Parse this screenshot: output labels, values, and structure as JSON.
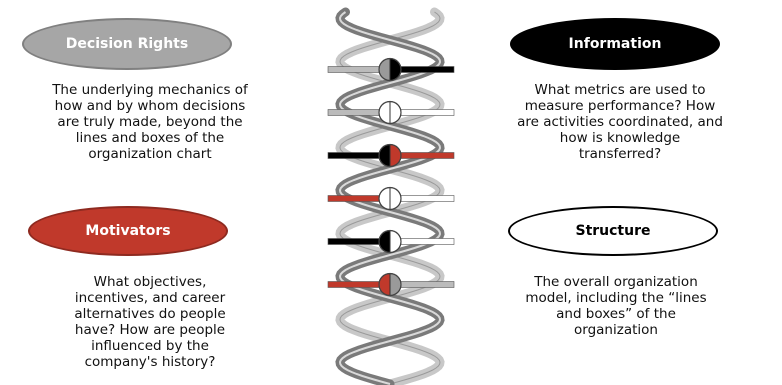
{
  "quadrants": [
    {
      "title": "Decision Rights",
      "lines": [
        "The underlying mechanics of",
        "how and by whom decisions",
        "are truly made, beyond the",
        "lines and boxes of the",
        "organization chart"
      ],
      "fill": "#a6a6a6",
      "border": "#808080",
      "title_color": "#ffffff"
    },
    {
      "title": "Information",
      "lines": [
        "What metrics are used to",
        "measure performance? How",
        "are activities coordinated, and",
        "how is knowledge",
        "transferred?"
      ],
      "fill": "#000000",
      "border": "#000000",
      "title_color": "#ffffff"
    },
    {
      "title": "Motivators",
      "lines": [
        "What objectives,",
        "incentives, and career",
        "alternatives do people",
        "have? How are people",
        "influenced by the",
        "company's history?"
      ],
      "fill": "#c0392b",
      "border": "#8e2a20",
      "title_color": "#ffffff"
    },
    {
      "title": "Structure",
      "lines": [
        "The overall organization",
        "model, including the “lines",
        "and boxes” of the",
        "organization"
      ],
      "fill": "#ffffff",
      "border": "#000000",
      "title_color": "#000000"
    }
  ],
  "helix": {
    "strand_colors": [
      "#7a7a7a",
      "#c8c8c8"
    ],
    "rungs": [
      {
        "left": "#bbbbbb",
        "right": "#000000",
        "node": [
          "#9a9a9a",
          "#000000"
        ]
      },
      {
        "left": "#bbbbbb",
        "right": "#ffffff",
        "node": [
          "#ffffff",
          "#ffffff"
        ]
      },
      {
        "left": "#000000",
        "right": "#c0392b",
        "node": [
          "#000000",
          "#c0392b"
        ]
      },
      {
        "left": "#c0392b",
        "right": "#ffffff",
        "node": [
          "#ffffff",
          "#ffffff"
        ]
      },
      {
        "left": "#000000",
        "right": "#ffffff",
        "node": [
          "#000000",
          "#ffffff"
        ]
      },
      {
        "left": "#c0392b",
        "right": "#bbbbbb",
        "node": [
          "#c0392b",
          "#9a9a9a"
        ]
      }
    ]
  }
}
